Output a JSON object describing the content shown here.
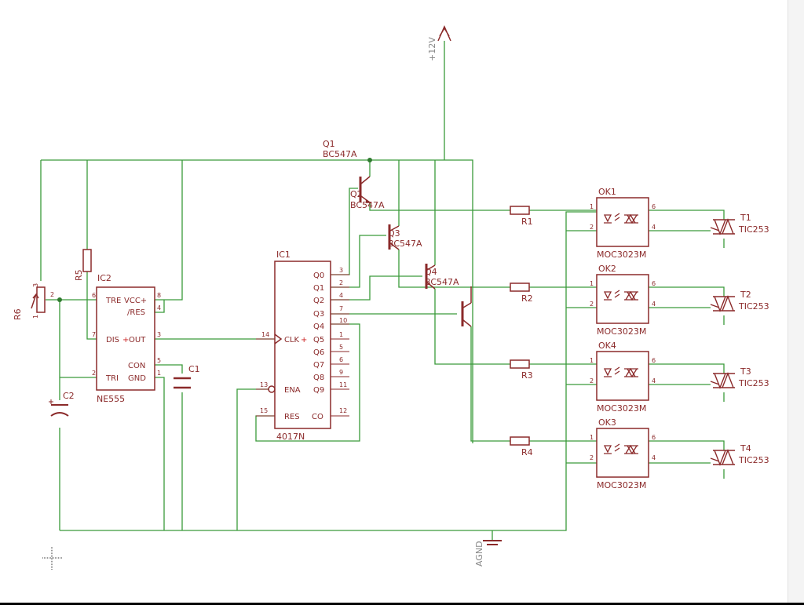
{
  "colors": {
    "wire": "#3a9a3a",
    "part": "#8b2a2a",
    "label": "#8b2a2a",
    "grey": "#888888",
    "junction": "#2f7a2f"
  },
  "supply": {
    "label": "+12V"
  },
  "ground": {
    "label": "AGND"
  },
  "ic2": {
    "name": "IC2",
    "part": "NE555",
    "pins_left": [
      "TRE",
      "DIS",
      "TRI"
    ],
    "pins_right": [
      "VCC+",
      "/RES",
      "OUT",
      "CON",
      "GND"
    ],
    "pin_numbers": [
      "6",
      "7",
      "2",
      "8",
      "4",
      "3",
      "5",
      "1"
    ]
  },
  "ic1": {
    "name": "IC1",
    "part": "4017N",
    "pins_left": [
      "CLK",
      "ENA",
      "RES"
    ],
    "pins_right": [
      "Q0",
      "Q1",
      "Q2",
      "Q3",
      "Q4",
      "Q5",
      "Q6",
      "Q7",
      "Q8",
      "Q9",
      "CO"
    ],
    "pin_numbers_left": [
      "14",
      "13",
      "15"
    ],
    "pin_numbers_right": [
      "3",
      "2",
      "4",
      "7",
      "10",
      "1",
      "5",
      "6",
      "9",
      "11",
      "12"
    ]
  },
  "transistors": [
    {
      "name": "Q1",
      "part": "BC547A"
    },
    {
      "name": "Q2",
      "part": "BC547A"
    },
    {
      "name": "Q3",
      "part": "BC547A"
    },
    {
      "name": "Q4",
      "part": "BC547A"
    }
  ],
  "passives": {
    "r5": "R5",
    "r6": "R6",
    "r6_pins": [
      "3",
      "2",
      "1"
    ],
    "c1": "C1",
    "c2": "C2"
  },
  "channels": [
    {
      "resistor": "R1",
      "opto": "OK1",
      "opto_part": "MOC3023M",
      "triac": "T1",
      "triac_part": "TIC253"
    },
    {
      "resistor": "R2",
      "opto": "OK2",
      "opto_part": "MOC3023M",
      "triac": "T2",
      "triac_part": "TIC253"
    },
    {
      "resistor": "R3",
      "opto": "OK4",
      "opto_part": "MOC3023M",
      "triac": "T3",
      "triac_part": "TIC253"
    },
    {
      "resistor": "R4",
      "opto": "OK3",
      "opto_part": "MOC3023M",
      "triac": "T4",
      "triac_part": "TIC253"
    }
  ],
  "opto_pins": [
    "1",
    "2",
    "6",
    "4"
  ]
}
